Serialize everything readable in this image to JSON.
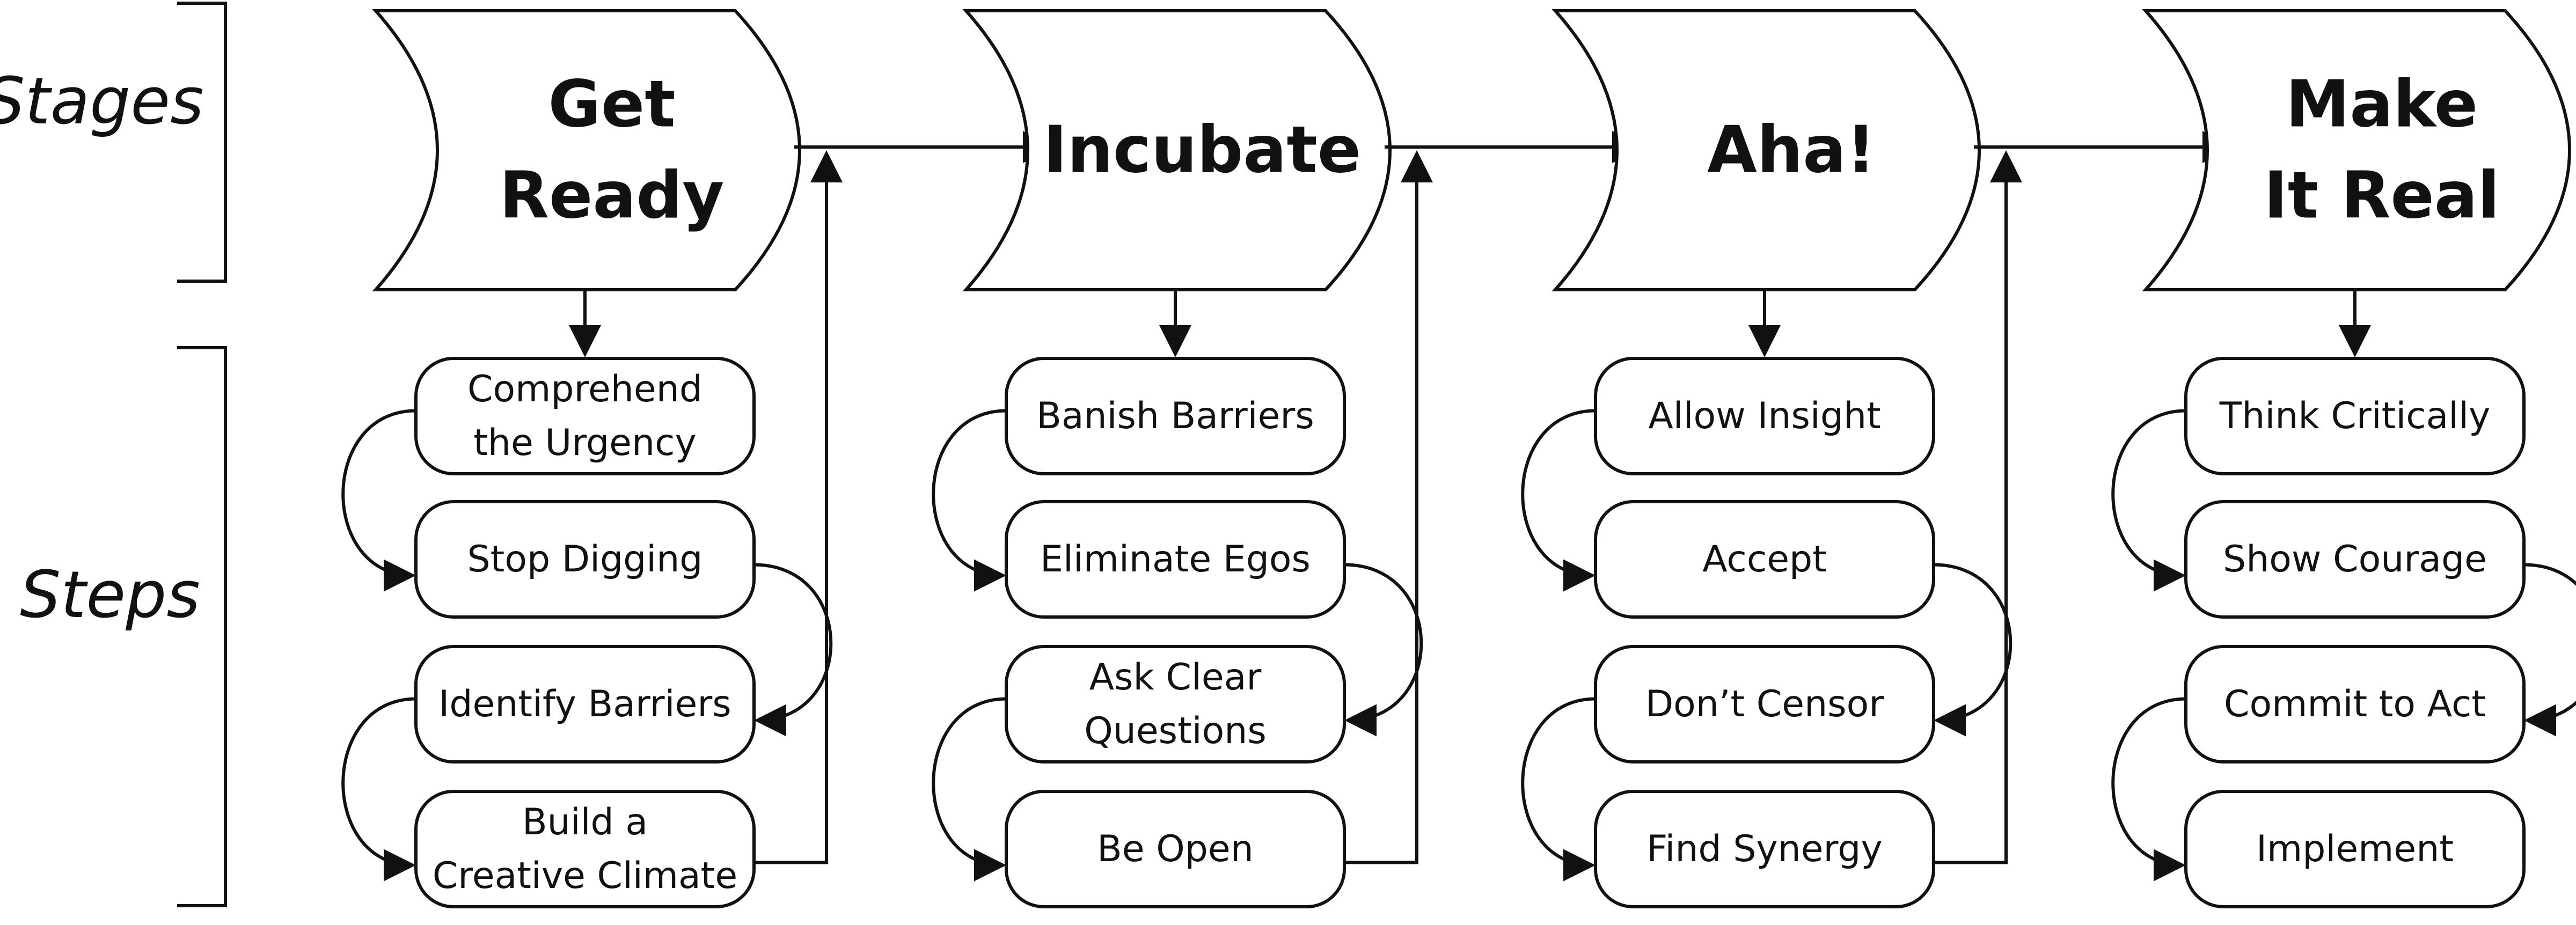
{
  "row_labels": {
    "stages": "Stages",
    "steps": "Steps"
  },
  "stages": [
    {
      "title": [
        "Get",
        "Ready"
      ],
      "steps": [
        [
          "Comprehend",
          "the Urgency"
        ],
        [
          "Stop Digging"
        ],
        [
          "Identify Barriers"
        ],
        [
          "Build a",
          "Creative Climate"
        ]
      ]
    },
    {
      "title": [
        "Incubate"
      ],
      "steps": [
        [
          "Banish Barriers"
        ],
        [
          "Eliminate Egos"
        ],
        [
          "Ask Clear",
          "Questions"
        ],
        [
          "Be Open"
        ]
      ]
    },
    {
      "title": [
        "Aha!"
      ],
      "steps": [
        [
          "Allow Insight"
        ],
        [
          "Accept"
        ],
        [
          "Don’t Censor"
        ],
        [
          "Find Synergy"
        ]
      ]
    },
    {
      "title": [
        "Make",
        "It Real"
      ],
      "steps": [
        [
          "Think Critically"
        ],
        [
          "Show Courage"
        ],
        [
          "Commit to Act"
        ],
        [
          "Implement"
        ]
      ]
    }
  ],
  "colors": {
    "stroke": "#111111",
    "fill": "#ffffff"
  }
}
